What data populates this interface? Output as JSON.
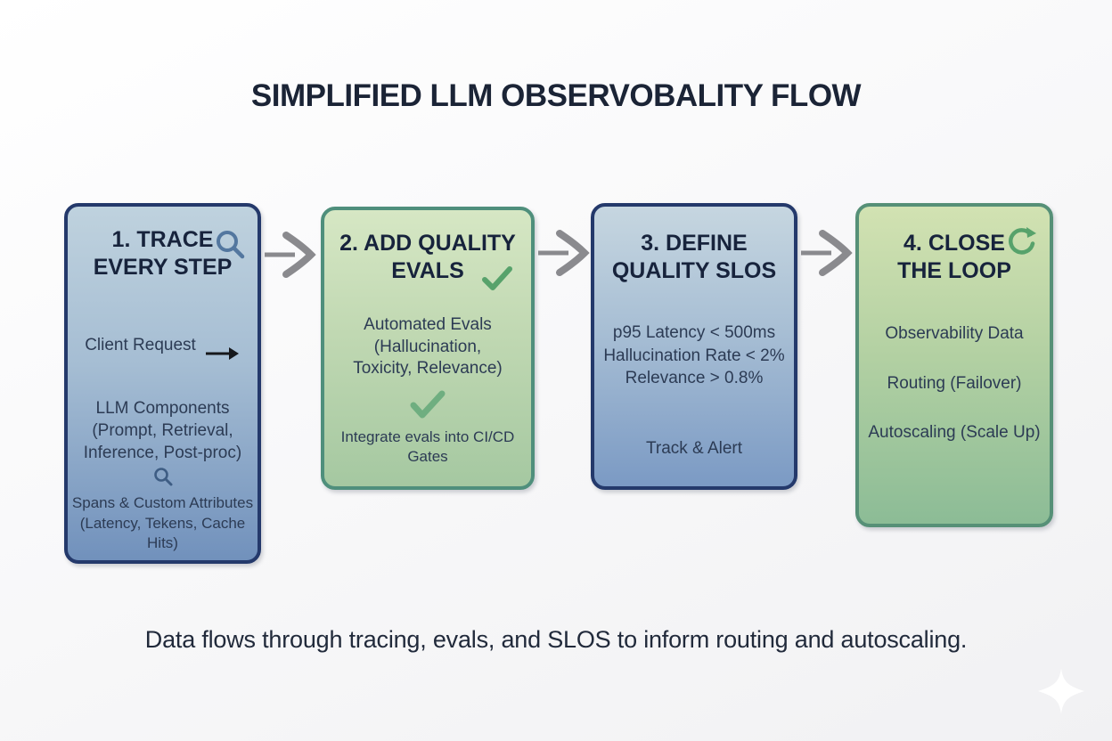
{
  "page": {
    "title": "SIMPLIFIED LLM OBSERVOBALITY FLOW",
    "caption": "Data flows through tracing, evals, and SLOS to inform routing and autoscaling."
  },
  "steps": [
    {
      "title": "1. TRACE\nEVERY STEP",
      "header_icon": "magnifier-icon",
      "item_request": "Client Request",
      "request_icon": "right-arrow-icon",
      "item_components": "LLM Components\n(Prompt, Retrieval,\nInference, Post-proc)",
      "mid_icon": "magnifier-icon",
      "item_spans": "Spans & Custom Attributes\n(Latency, Tekens, Cache Hits)"
    },
    {
      "title": "2. ADD QUALITY\nEVALS",
      "header_icon": "check-icon",
      "item_evals": "Automated Evals\n(Hallucination,\nToxicity, Relevance)",
      "mid_icon": "check-icon",
      "item_cicd": "Integrate evals into CI/CD Gates"
    },
    {
      "title": "3. DEFINE\nQUALITY SLOS",
      "item_slos": "p95 Latency < 500ms\nHallucination Rate < 2%\nRelevance > 0.8%",
      "item_track": "Track & Alert"
    },
    {
      "title": "4. CLOSE\nTHE LOOP",
      "header_icon": "loop-refresh-icon",
      "item_data": "Observability Data",
      "item_routing": "Routing (Failover)",
      "item_autoscaling": "Autoscaling (Scale Up)"
    }
  ],
  "connectors": [
    "flow-arrow",
    "flow-arrow",
    "flow-arrow"
  ],
  "decorations": [
    "sparkle-icon"
  ],
  "colors": {
    "background": "#f3f3f4",
    "heading_text": "#1b2436",
    "body_text": "#2c3b54",
    "blue_card_border": "#24396b",
    "blue_card_top": "#bfd2de",
    "blue_card_bottom": "#7191bc",
    "green_card_border": "#4f8f7c",
    "green_card_top": "#d6e7c4",
    "green_card_bottom": "#a5c8a1",
    "green_card4_top": "#d2e2b2",
    "green_card4_bottom": "#8cbc96",
    "flow_arrow_gray": "#8a8a8e",
    "check_green": "#57a26b",
    "magnifier_blue": "#53779f",
    "request_arrow_black": "#16181c"
  }
}
